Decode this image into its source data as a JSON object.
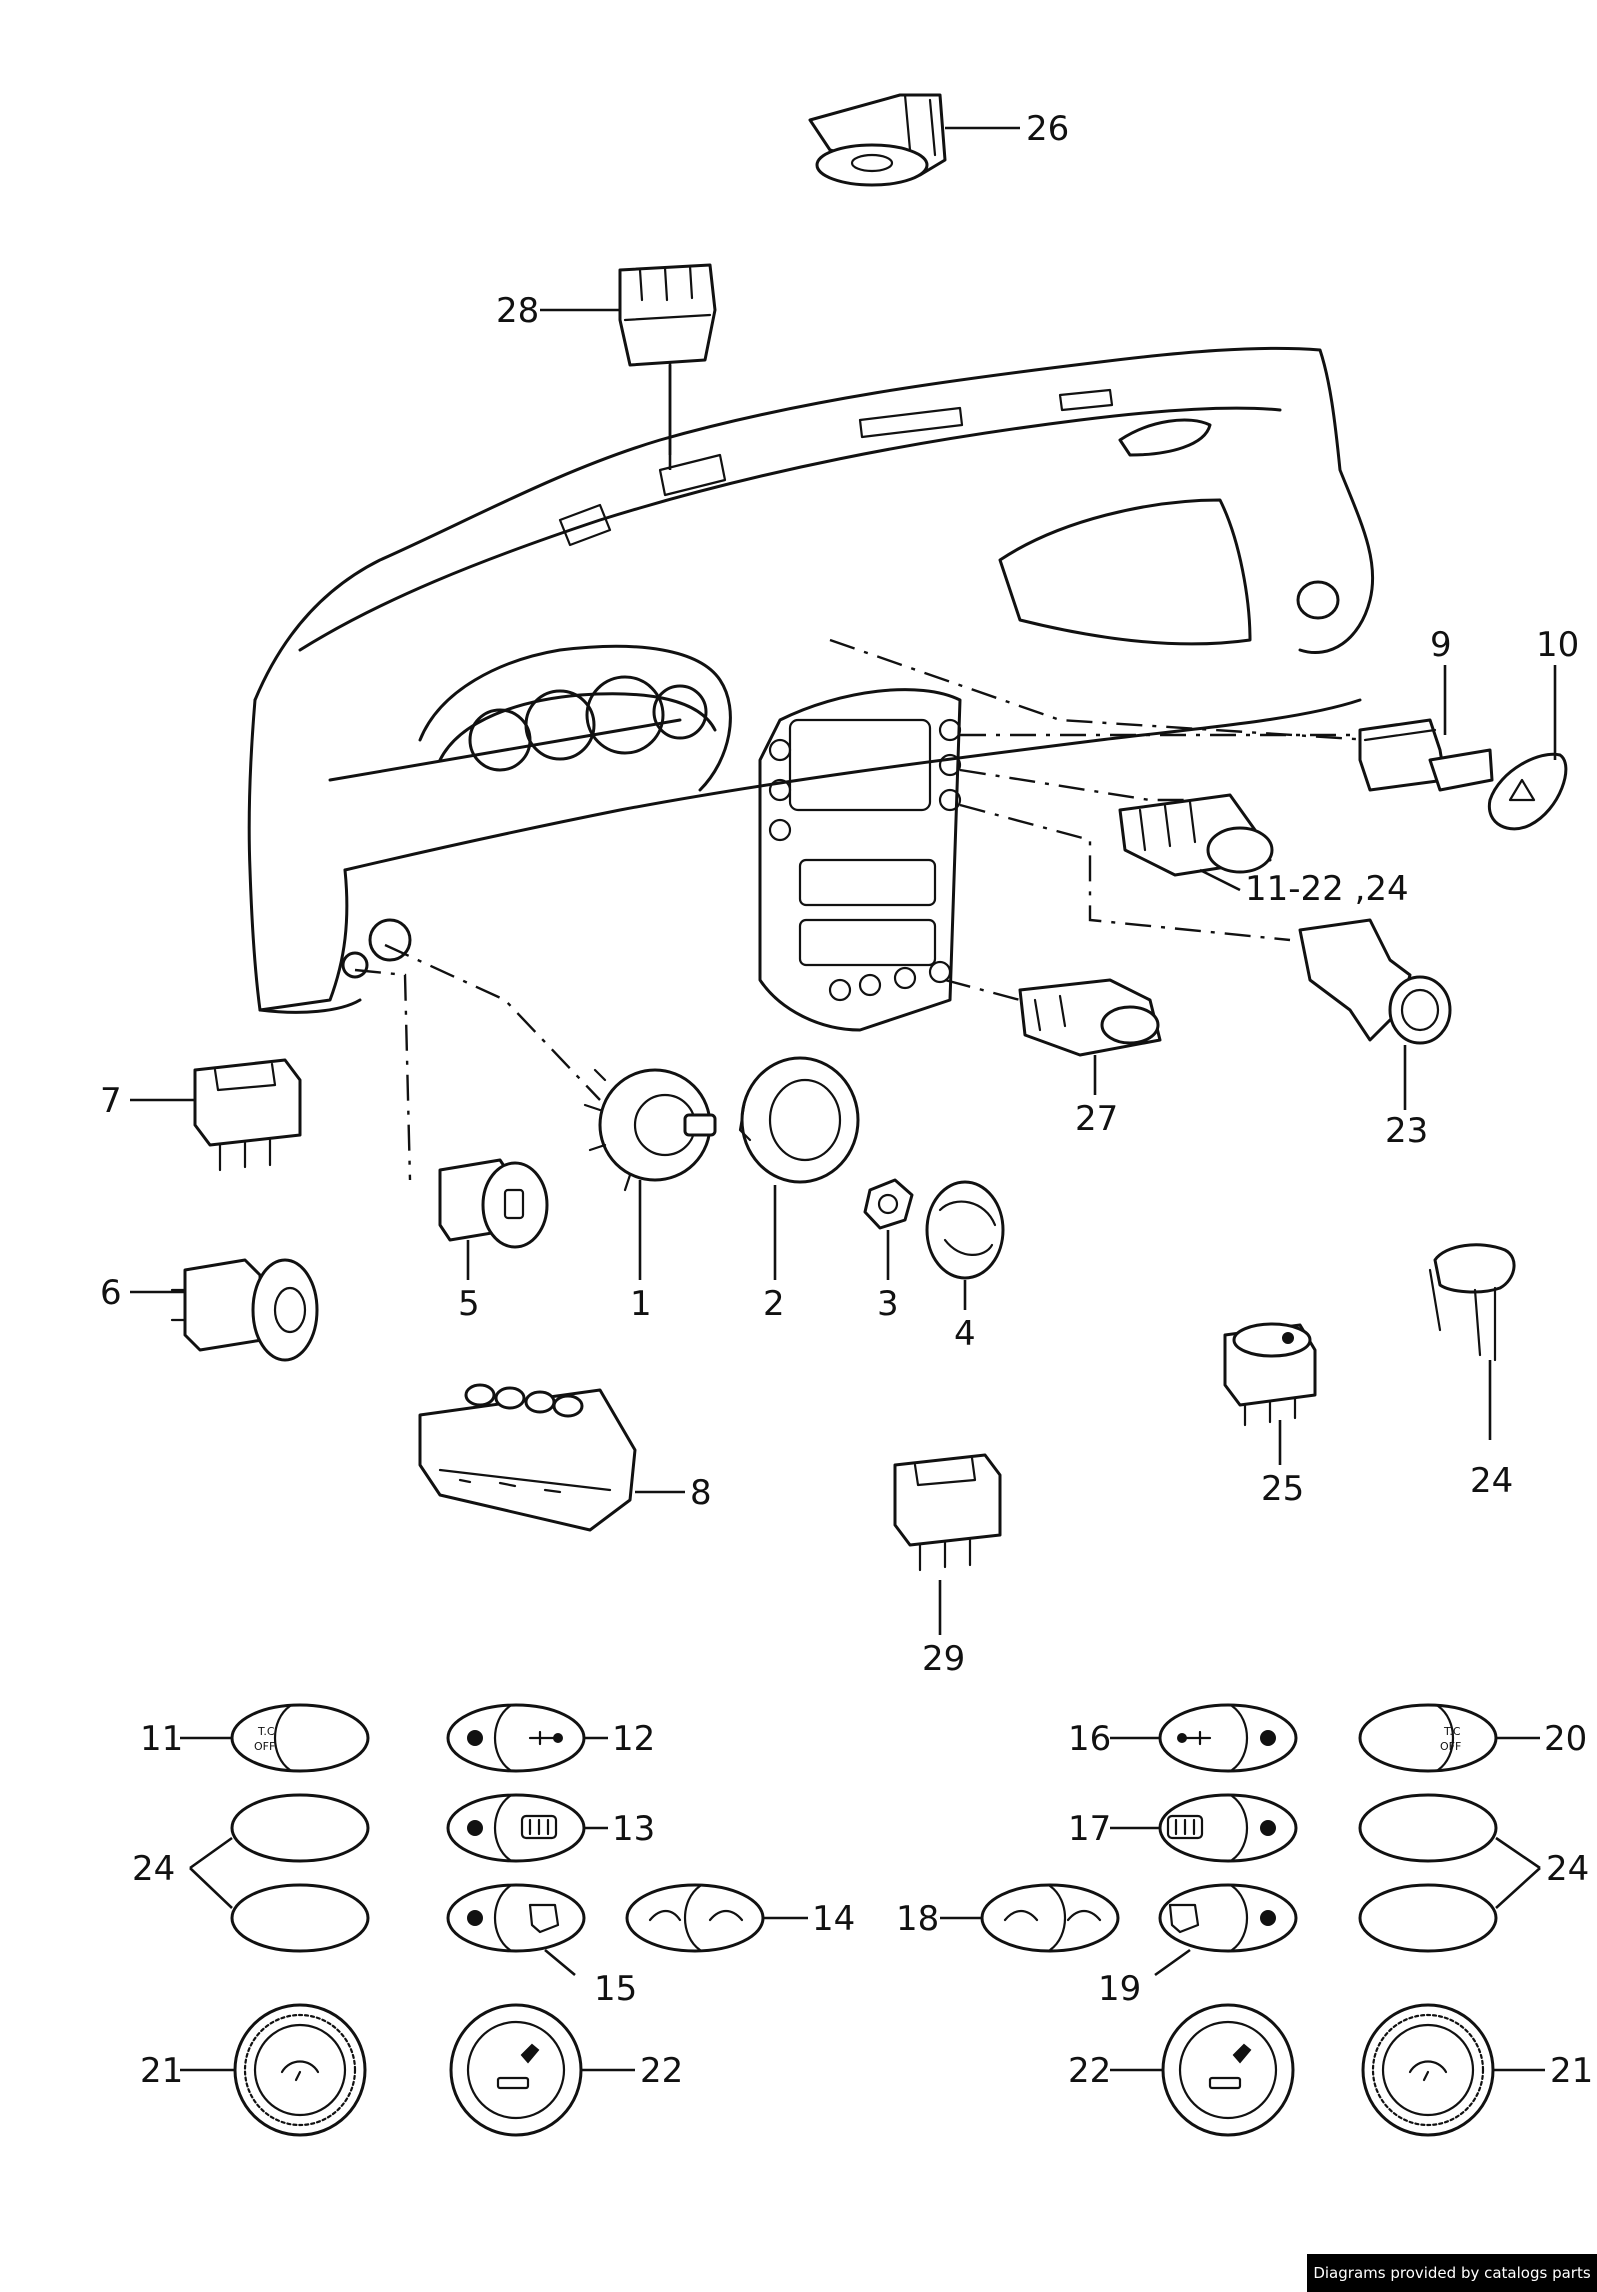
{
  "callouts": {
    "c1": "1",
    "c2": "2",
    "c3": "3",
    "c4": "4",
    "c5": "5",
    "c6": "6",
    "c7": "7",
    "c8": "8",
    "c9": "9",
    "c10": "10",
    "c11_22_24": "11-22 ,24",
    "c11": "11",
    "c12": "12",
    "c13": "13",
    "c14": "14",
    "c15": "15",
    "c16": "16",
    "c17": "17",
    "c18": "18",
    "c19": "19",
    "c20": "20",
    "c21a": "21",
    "c21b": "21",
    "c22a": "22",
    "c22b": "22",
    "c23": "23",
    "c24a": "24",
    "c24b": "24",
    "c24c": "24",
    "c25": "25",
    "c26": "26",
    "c27": "27",
    "c28": "28",
    "c29": "29"
  },
  "switch_labels": {
    "tc_line1": "T.C",
    "tc_line2": "OFF"
  },
  "credit": "Diagrams provided by catalogs parts",
  "icons": [
    "dashboard",
    "hazard-triangle-icon",
    "wiper-icon",
    "cigarette-lighter-icon",
    "rear-defrost-icon",
    "seat-heater-icon",
    "mirror-icon",
    "headlight-washer-icon"
  ]
}
